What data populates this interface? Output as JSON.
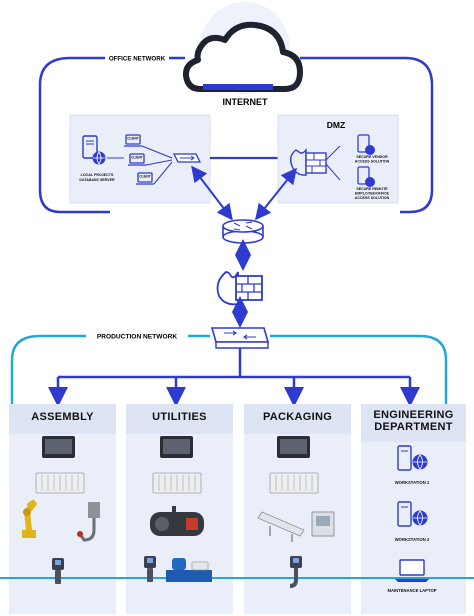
{
  "colors": {
    "primary": "#2e3bd0",
    "accent_cyan": "#23a8d6",
    "panel": "#e9eef8",
    "panel_header": "#d8e2f4",
    "dark": "#1f2330"
  },
  "top": {
    "internet_label": "INTERNET",
    "office_network_label": "OFFICE NETWORK",
    "local_db_label_1": "LOCAL PROJECTS",
    "local_db_label_2": "DATABASE SERVER",
    "client_labels": [
      "CLIENT",
      "CLIENT",
      "CLIENT"
    ],
    "dmz_label": "DMZ",
    "vendor_label_1": "SECURE VENDOR",
    "vendor_label_2": "ACCESS SOLUTION",
    "remote_label_1": "SECURE REMOTE",
    "remote_label_2": "EMPLOYEE/OFFICE",
    "remote_label_3": "ACCESS SOLUTION"
  },
  "production": {
    "label": "PRODUCTION NETWORK"
  },
  "zones": [
    {
      "title": "ASSEMBLY",
      "icons": [
        "hmi-panel-icon",
        "plc-rack-icon",
        "robot-arm-icon",
        "gripper-icon",
        "handheld-scanner-icon"
      ]
    },
    {
      "title": "UTILITIES",
      "icons": [
        "hmi-panel-icon",
        "plc-rack-icon",
        "boiler-icon",
        "handheld-scanner-icon",
        "pump-skid-icon"
      ]
    },
    {
      "title": "PACKAGING",
      "icons": [
        "hmi-panel-icon",
        "plc-rack-icon",
        "conveyor-icon",
        "packing-machine-icon",
        "handheld-scanner-icon"
      ]
    },
    {
      "title_line1": "ENGINEERING",
      "title_line2": "DEPARTMENT",
      "ws1": "WORKSTATION 1",
      "ws2": "WORKSTATION 2",
      "laptop": "MAINTENANCE LAPTOP"
    }
  ]
}
